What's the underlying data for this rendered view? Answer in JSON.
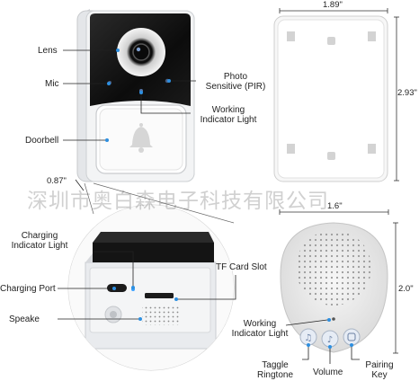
{
  "doorbell_front": {
    "lens": "Lens",
    "mic": "Mic",
    "photo_sensitive": "Photo\nSensitive (PIR)",
    "working_indicator": "Working\nIndicator Light",
    "doorbell": "Doorbell",
    "depth": "0.87\""
  },
  "doorbell_back": {
    "width": "1.89\"",
    "height": "2.93\""
  },
  "detail": {
    "charging_indicator": "Charging\nIndicator Light",
    "charging_port": "Charging Port",
    "speaker": "Speake",
    "tf_card_slot": "TF Card Slot"
  },
  "chime": {
    "width": "1.6\"",
    "height": "2.0\"",
    "working_indicator": "Working\nIndicator Light",
    "toggle_ringtone": "Taggle\nRingtone",
    "volume": "Volume",
    "pairing_key": "Pairing\nKey"
  },
  "watermark": "深圳市奥白森电子科技有限公司"
}
